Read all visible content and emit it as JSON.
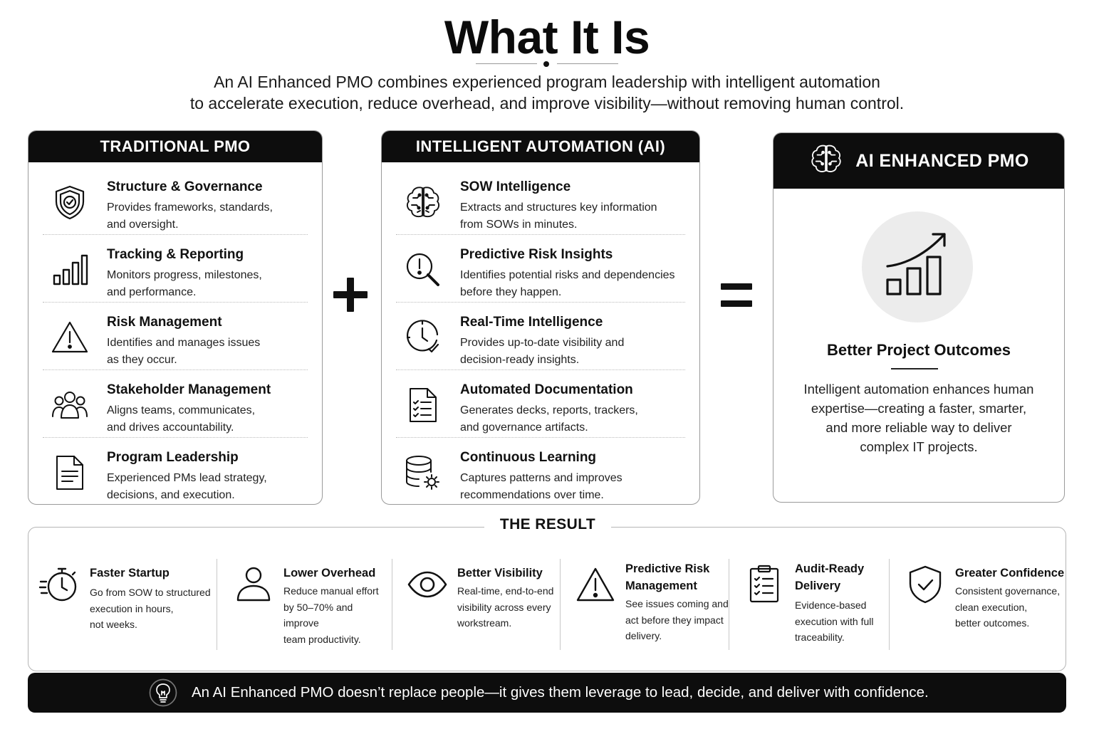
{
  "header": {
    "title": "What It Is",
    "subtitle_line1": "An AI Enhanced PMO combines experienced program leadership with intelligent automation",
    "subtitle_line2": "to accelerate execution, reduce overhead, and improve visibility—without removing human control."
  },
  "traditional": {
    "title": "TRADITIONAL PMO",
    "items": [
      {
        "icon": "shield-check-icon",
        "title": "Structure & Governance",
        "desc1": "Provides frameworks, standards,",
        "desc2": "and oversight."
      },
      {
        "icon": "bar-chart-icon",
        "title": "Tracking & Reporting",
        "desc1": "Monitors progress, milestones,",
        "desc2": "and performance."
      },
      {
        "icon": "warning-icon",
        "title": "Risk Management",
        "desc1": "Identifies and manages issues",
        "desc2": "as they occur."
      },
      {
        "icon": "people-group-icon",
        "title": "Stakeholder Management",
        "desc1": "Aligns teams, communicates,",
        "desc2": "and drives accountability."
      },
      {
        "icon": "document-icon",
        "title": "Program Leadership",
        "desc1": "Experienced PMs lead strategy,",
        "desc2": "decisions, and execution."
      }
    ]
  },
  "automation": {
    "title": "INTELLIGENT AUTOMATION (AI)",
    "items": [
      {
        "icon": "brain-circuit-icon",
        "title": "SOW Intelligence",
        "desc1": "Extracts and structures key information",
        "desc2": "from SOWs in minutes."
      },
      {
        "icon": "magnifier-alert-icon",
        "title": "Predictive Risk Insights",
        "desc1": "Identifies potential risks and dependencies",
        "desc2": "before they happen."
      },
      {
        "icon": "clock-check-icon",
        "title": "Real-Time Intelligence",
        "desc1": "Provides up-to-date visibility and",
        "desc2": "decision-ready insights."
      },
      {
        "icon": "checklist-document-icon",
        "title": "Automated Documentation",
        "desc1": "Generates decks, reports, trackers,",
        "desc2": "and governance artifacts."
      },
      {
        "icon": "database-gear-icon",
        "title": "Continuous Learning",
        "desc1": "Captures patterns and improves",
        "desc2": "recommendations over time."
      }
    ]
  },
  "outcome": {
    "title": "AI ENHANCED PMO",
    "icon": "growth-chart-icon",
    "subtitle": "Better Project Outcomes",
    "desc1": "Intelligent automation enhances human",
    "desc2": "expertise—creating a faster, smarter,",
    "desc3": "and more reliable way to deliver",
    "desc4": "complex IT projects."
  },
  "result": {
    "title": "THE RESULT",
    "items": [
      {
        "icon": "stopwatch-icon",
        "title1": "Faster Startup",
        "title2": "",
        "desc1": "Go from SOW to structured",
        "desc2": "execution in hours,",
        "desc3": "not weeks."
      },
      {
        "icon": "person-icon",
        "title1": "Lower Overhead",
        "title2": "",
        "desc1": "Reduce manual effort",
        "desc2": "by 50–70% and improve",
        "desc3": "team productivity."
      },
      {
        "icon": "eye-icon",
        "title1": "Better Visibility",
        "title2": "",
        "desc1": "Real-time, end-to-end",
        "desc2": "visibility across every",
        "desc3": "workstream."
      },
      {
        "icon": "warning-icon",
        "title1": "Predictive Risk",
        "title2": "Management",
        "desc1": "See issues coming and",
        "desc2": "act before they impact",
        "desc3": "delivery."
      },
      {
        "icon": "clipboard-checklist-icon",
        "title1": "Audit-Ready",
        "title2": "Delivery",
        "desc1": "Evidence-based",
        "desc2": "execution with full",
        "desc3": "traceability."
      },
      {
        "icon": "shield-check-icon",
        "title1": "Greater Confidence",
        "title2": "",
        "desc1": "Consistent governance,",
        "desc2": "clean execution,",
        "desc3": "better outcomes."
      }
    ]
  },
  "banner": {
    "icon": "lightbulb-icon",
    "text": "An AI Enhanced PMO doesn’t replace people—it gives them leverage to lead, decide, and deliver with confidence."
  }
}
